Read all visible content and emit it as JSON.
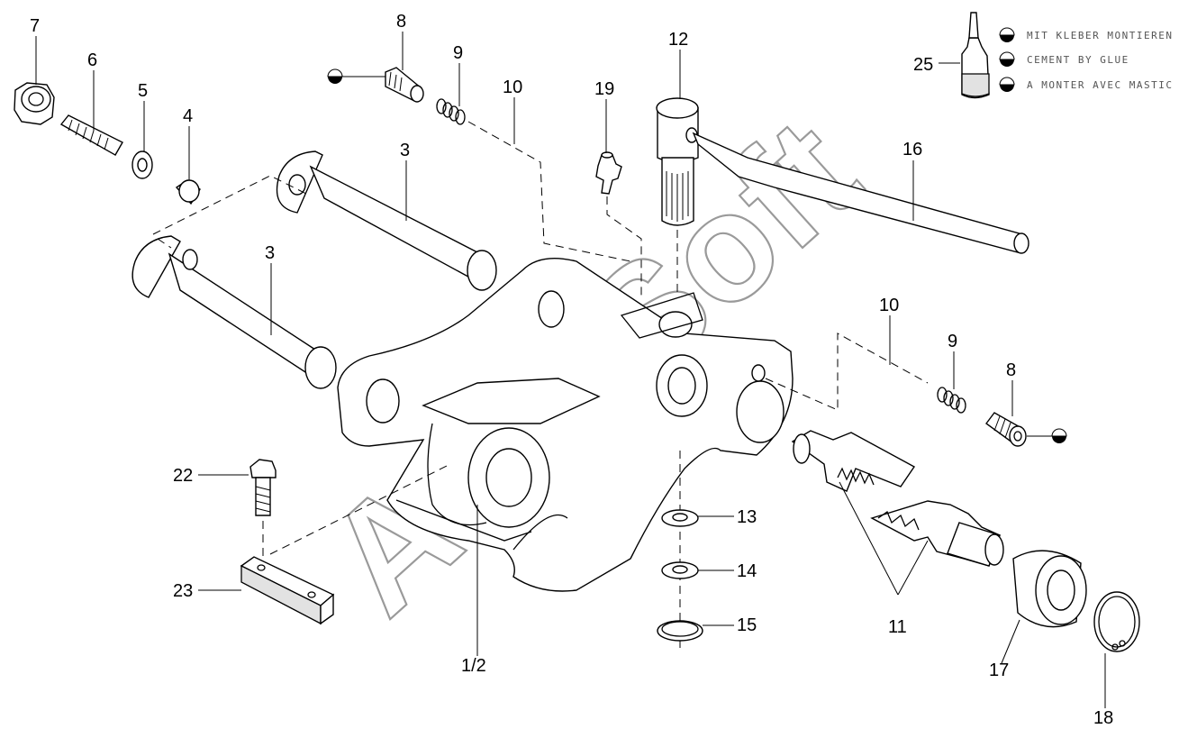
{
  "watermark": "AutoSoft",
  "callouts": {
    "p7": "7",
    "p6": "6",
    "p5": "5",
    "p4": "4",
    "p3a": "3",
    "p3b": "3",
    "p8a": "8",
    "p9a": "9",
    "p10a": "10",
    "p19": "19",
    "p12": "12",
    "p16": "16",
    "p25": "25",
    "p10b": "10",
    "p9b": "9",
    "p8b": "8",
    "p22": "22",
    "p23": "23",
    "p12n": "1/2",
    "p13": "13",
    "p14": "14",
    "p15": "15",
    "p11": "11",
    "p17": "17",
    "p18": "18"
  },
  "legend": [
    {
      "text": "MIT KLEBER MONTIEREN"
    },
    {
      "text": "CEMENT BY GLUE"
    },
    {
      "text": "A MONTER AVEC MASTIC"
    }
  ]
}
